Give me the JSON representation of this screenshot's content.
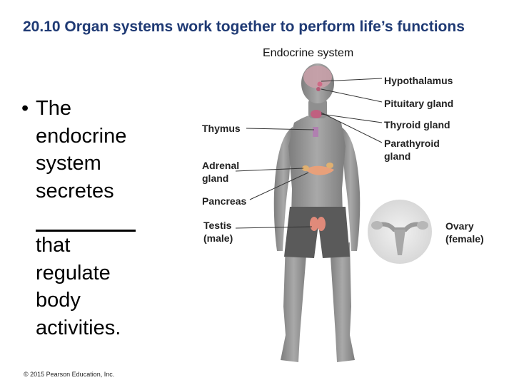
{
  "slide": {
    "title": "20.10 Organ systems work together to perform life’s functions",
    "bullet_marker": "•",
    "bullet_lines": [
      "The",
      "endocrine",
      "system",
      "secretes"
    ],
    "bullet_lines_after": [
      "that",
      "regulate",
      "body",
      "activities."
    ],
    "copyright": "© 2015 Pearson Education, Inc."
  },
  "diagram": {
    "title": "Endocrine system",
    "labels": {
      "hypothalamus": "Hypothalamus",
      "pituitary": "Pituitary gland",
      "thyroid": "Thyroid gland",
      "parathyroid": "Parathyroid\ngland",
      "thymus": "Thymus",
      "adrenal": "Adrenal\ngland",
      "pancreas": "Pancreas",
      "testis": "Testis\n(male)",
      "ovary": "Ovary\n(female)"
    },
    "colors": {
      "title": "#1f3a74",
      "skin": "#9a9a9a",
      "shorts": "#5a5a5a",
      "gland": "#e8a07a",
      "brain": "#c8a0a8"
    }
  }
}
